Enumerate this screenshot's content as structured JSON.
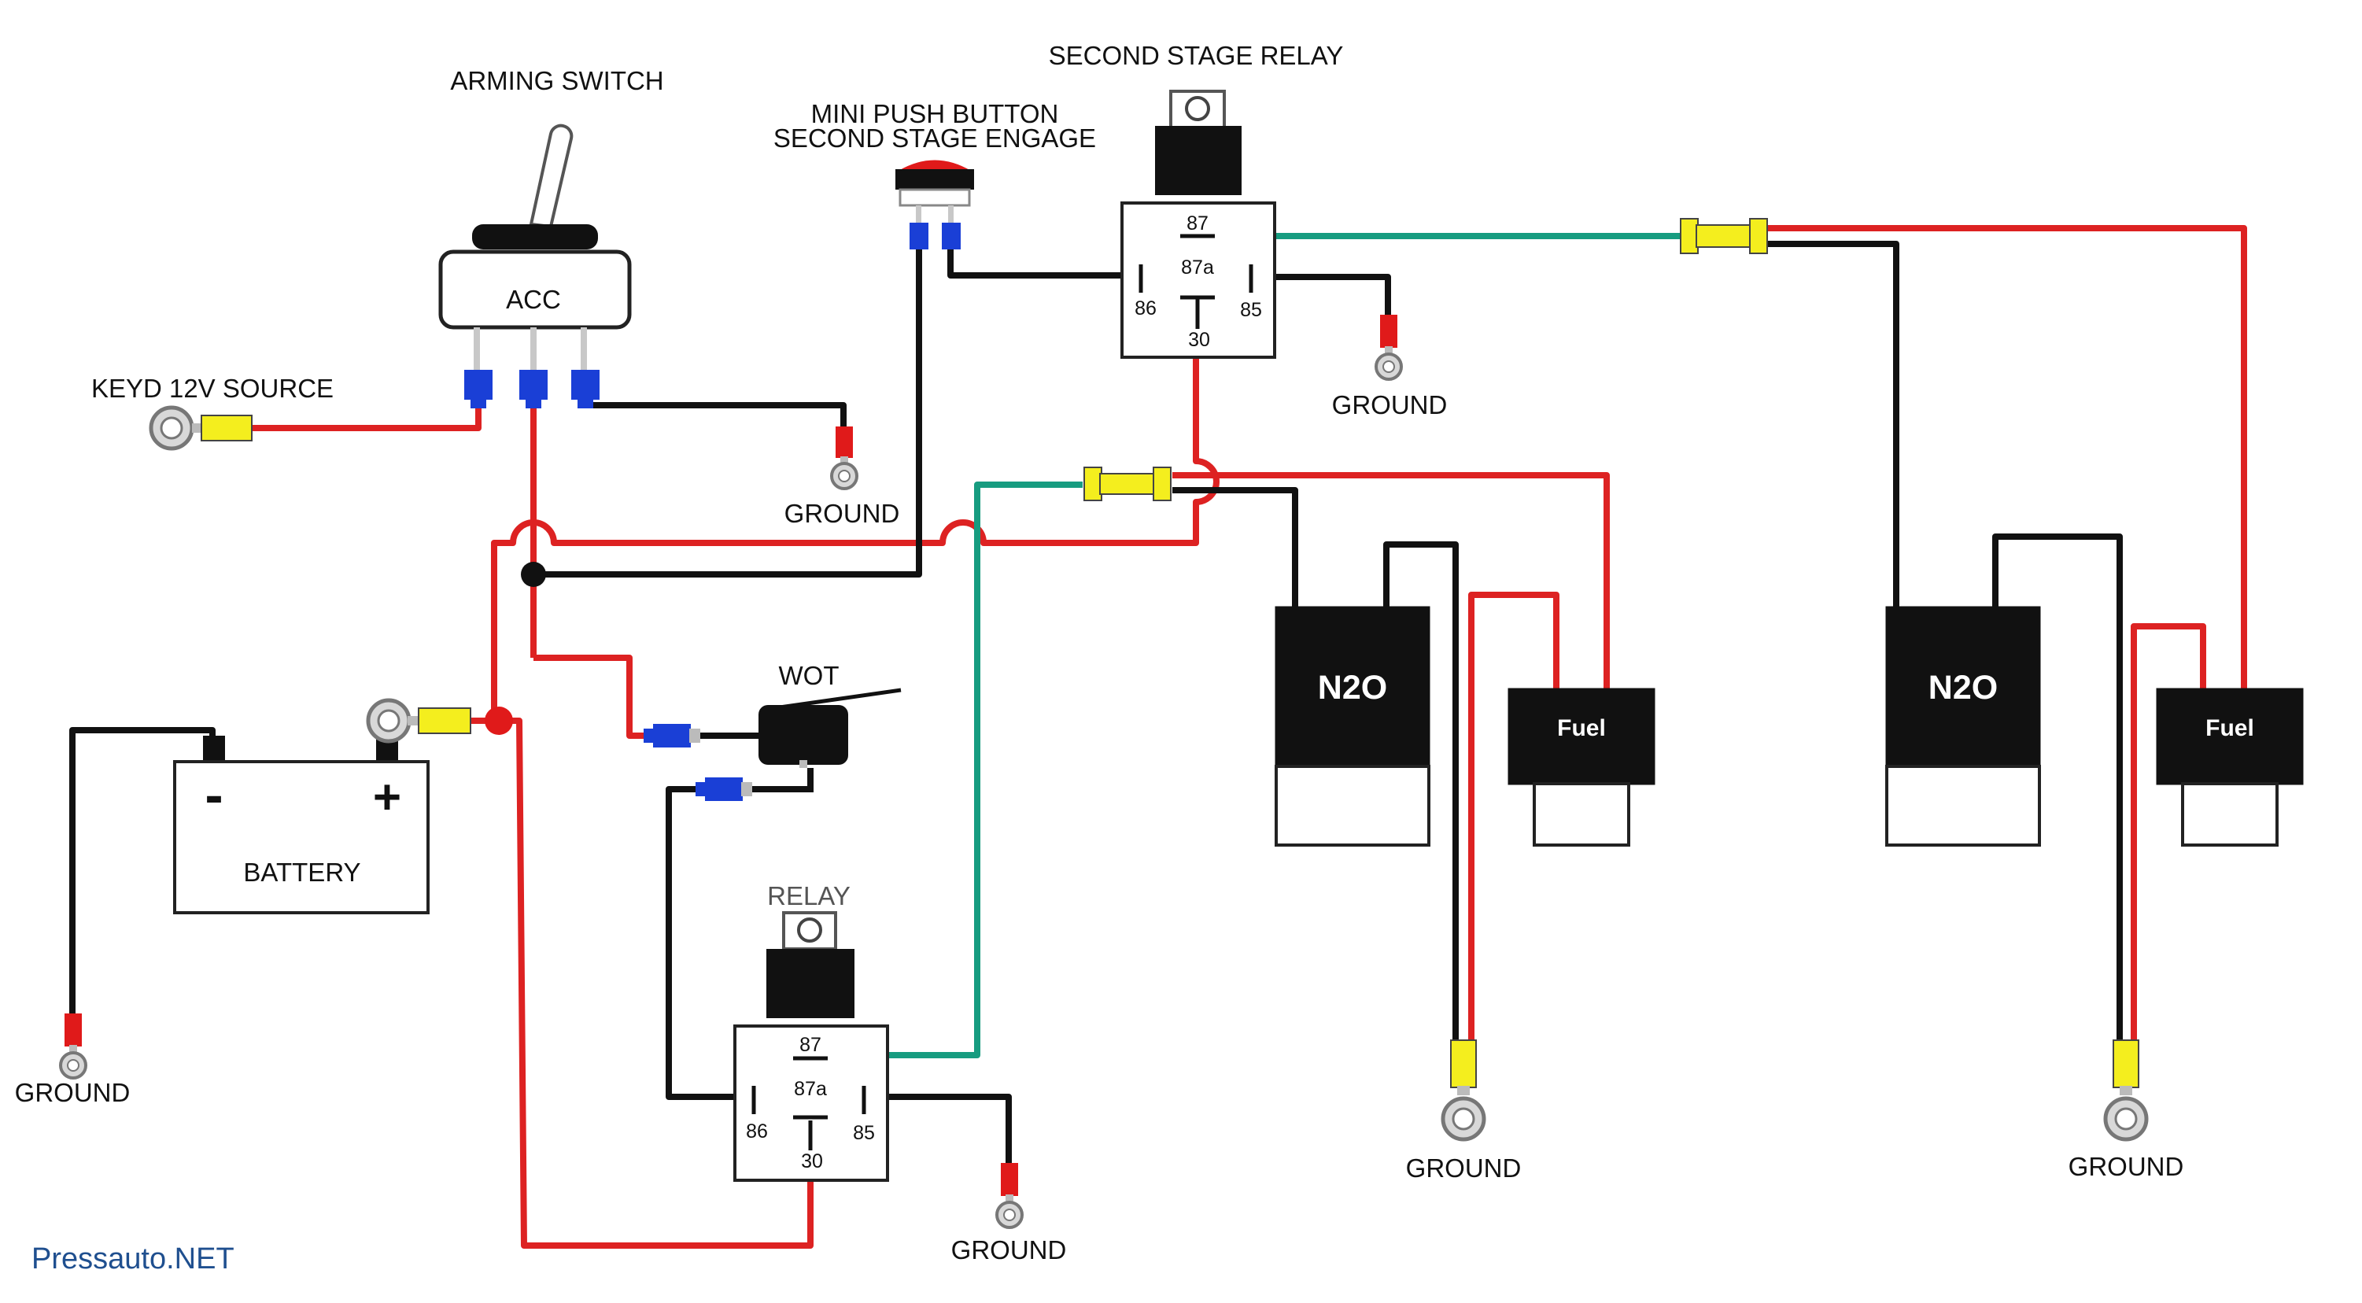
{
  "labels": {
    "arming_switch": "ARMING SWITCH",
    "acc": "ACC",
    "keyed_source": "KEYD 12V SOURCE",
    "mini_push_line1": "MINI PUSH BUTTON",
    "mini_push_line2": "SECOND STAGE ENGAGE",
    "second_stage_relay": "SECOND STAGE RELAY",
    "battery": "BATTERY",
    "battery_minus": "-",
    "battery_plus": "+",
    "wot": "WOT",
    "relay": "RELAY",
    "n2o_1": "N2O",
    "fuel_1": "Fuel",
    "n2o_2": "N2O",
    "fuel_2": "Fuel"
  },
  "grounds": {
    "switch": "GROUND",
    "second_stage": "GROUND",
    "battery": "GROUND",
    "relay": "GROUND",
    "stage1": "GROUND",
    "stage2": "GROUND"
  },
  "relay_pins": {
    "p87": "87",
    "p87a": "87a",
    "p86": "86",
    "p85": "85",
    "p30": "30"
  },
  "watermark": "Pressauto.NET",
  "colors": {
    "power_wire": "#dd2222",
    "ground_wire": "#111111",
    "signal_wire": "#179c80",
    "connector_blue": "#1a3fd6",
    "connector_yellow": "#f4ee1e",
    "connector_red": "#e01a1a"
  }
}
